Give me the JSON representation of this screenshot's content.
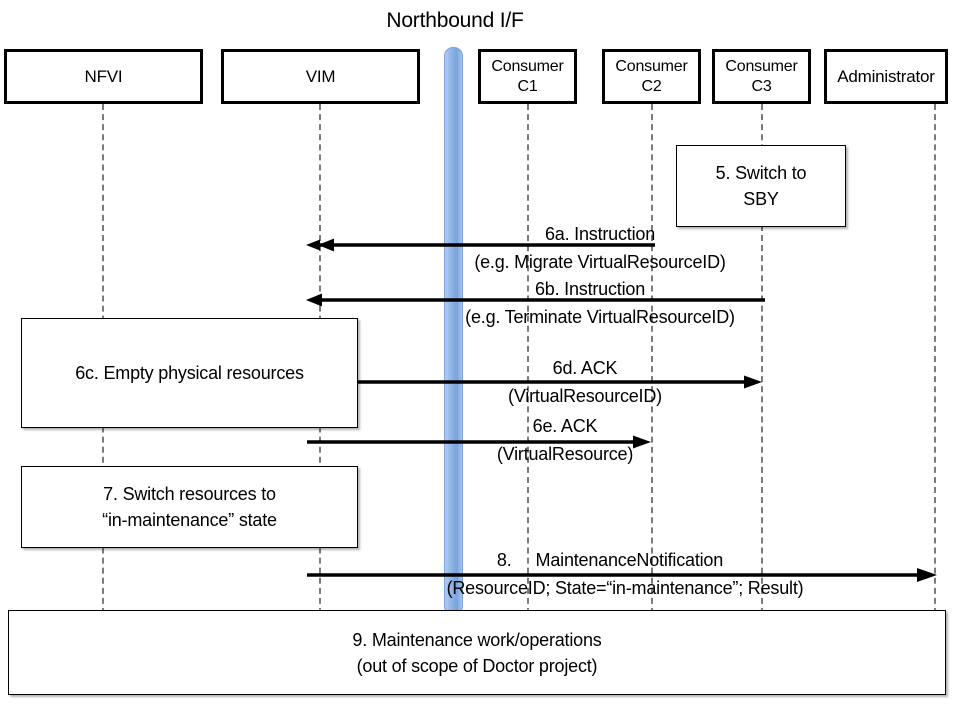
{
  "diagram": {
    "title": "Northbound I/F",
    "type": "uml-sequence-diagram"
  },
  "actors": [
    {
      "id": "nfvi",
      "label": "NFVI",
      "label2": ""
    },
    {
      "id": "vim",
      "label": "VIM",
      "label2": ""
    },
    {
      "id": "c1",
      "label": "Consumer",
      "label2": "C1"
    },
    {
      "id": "c2",
      "label": "Consumer",
      "label2": "C2"
    },
    {
      "id": "c3",
      "label": "Consumer",
      "label2": "C3"
    },
    {
      "id": "admin",
      "label": "Administrator",
      "label2": ""
    }
  ],
  "notes": [
    {
      "id": "note5",
      "line1": "5. Switch to",
      "line2": "SBY"
    },
    {
      "id": "note6c",
      "line1": "6c. Empty physical resources",
      "line2": ""
    },
    {
      "id": "note7",
      "line1": "7. Switch resources to",
      "line2": "“in-maintenance” state"
    },
    {
      "id": "note9",
      "line1": "9. Maintenance work/operations",
      "line2": "(out of scope of Doctor project)"
    }
  ],
  "messages": [
    {
      "id": "m6a",
      "line1": "6a. Instruction",
      "line2": "(e.g. Migrate VirtualResourceID)",
      "from": "c2",
      "to": "vim",
      "direction": "left"
    },
    {
      "id": "m6b",
      "line1": "6b. Instruction",
      "line2": "(e.g. Terminate VirtualResourceID)",
      "from": "c3",
      "to": "vim",
      "direction": "left"
    },
    {
      "id": "m6d",
      "line1": "6d. ACK",
      "line2": "(VirtualResourceID)",
      "from": "vim",
      "to": "c3",
      "direction": "right"
    },
    {
      "id": "m6e",
      "line1": "6e. ACK",
      "line2": "(VirtualResource)",
      "from": "vim",
      "to": "c2",
      "direction": "right"
    },
    {
      "id": "m8",
      "line1": "8.     MaintenanceNotification",
      "line2": "(ResourceID; State=“in-maintenance”; Result)",
      "from": "vim",
      "to": "admin",
      "direction": "right"
    }
  ],
  "colors": {
    "northbound_bar": "#8eb4e8",
    "actor_border": "#000000",
    "lifeline": "#7b7b7b",
    "note_border": "#000000",
    "arrow": "#000000",
    "background": "#ffffff"
  }
}
